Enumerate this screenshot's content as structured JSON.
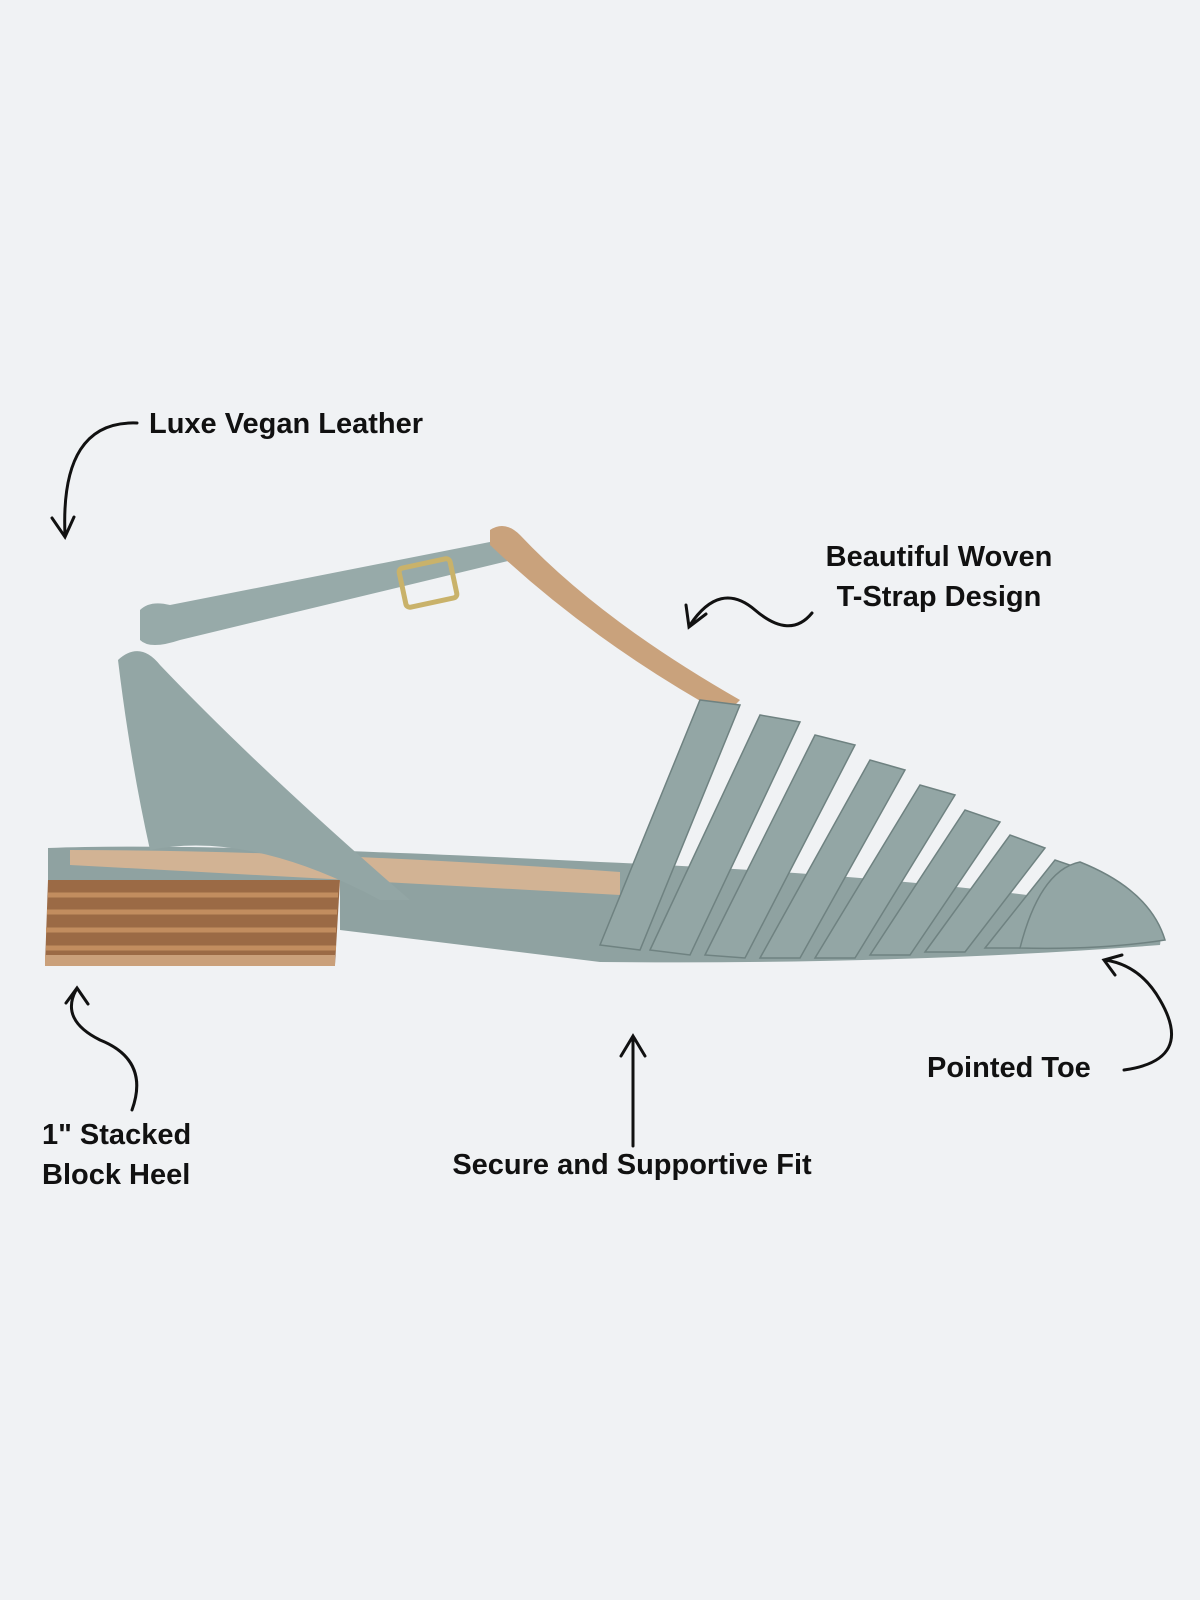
{
  "callouts": {
    "leather": "Luxe Vegan Leather",
    "tstrap_line1": "Beautiful Woven",
    "tstrap_line2": "T-Strap Design",
    "toe": "Pointed Toe",
    "heel_line1": "1\" Stacked",
    "heel_line2": "Block Heel",
    "fit": "Secure and Supportive Fit"
  },
  "colors": {
    "background": "#f0f2f4",
    "shoe": "#93a6a5",
    "lining": "#c9a27c",
    "heel": "#9b6a45",
    "text": "#111111"
  }
}
